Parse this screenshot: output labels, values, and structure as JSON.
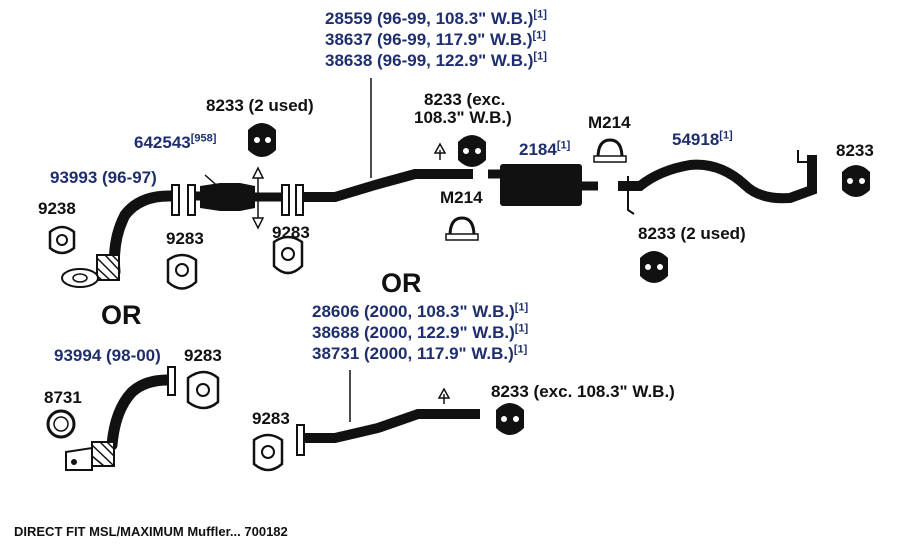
{
  "title_footer": "DIRECT FIT MSL/MAXIMUM Muffler... 700182",
  "or_label": "OR",
  "top_pipe_labels": [
    {
      "part": "28559",
      "desc": "(96-99, 108.3\" W.B.)",
      "note": "[1]"
    },
    {
      "part": "38637",
      "desc": "(96-99, 117.9\" W.B.)",
      "note": "[1]"
    },
    {
      "part": "38638",
      "desc": "(96-99, 122.9\" W.B.)",
      "note": "[1]"
    }
  ],
  "bottom_pipe_labels": [
    {
      "part": "28606",
      "desc": "(2000, 108.3\" W.B.)",
      "note": "[1]"
    },
    {
      "part": "38688",
      "desc": "(2000, 122.9\" W.B.)",
      "note": "[1]"
    },
    {
      "part": "38731",
      "desc": "(2000, 117.9\" W.B.)",
      "note": "[1]"
    }
  ],
  "parts": {
    "hanger_2_used_top": "8233 (2 used)",
    "hanger_exc_line1": "8233 (exc.",
    "hanger_exc_line2": "108.3\" W.B.)",
    "converter_part": "642543",
    "converter_note": "[958]",
    "front_pipe_a": "93993 (96-97)",
    "gasket_9238": "9238",
    "gasket_9283_left": "9283",
    "gasket_9283_mid": "9283",
    "clamp_m214_upper": "M214",
    "clamp_m214_lower": "M214",
    "muffler_part": "2184",
    "muffler_note": "[1]",
    "tailpipe_part": "54918",
    "tailpipe_note": "[1]",
    "hanger_right": "8233",
    "hanger_2_used_right": "8233 (2 used)",
    "front_pipe_b": "93994 (98-00)",
    "gasket_9283_b": "9283",
    "gasket_8731": "8731",
    "gasket_9283_c": "9283",
    "hanger_exc_bottom": "8233 (exc. 108.3\" W.B.)"
  }
}
